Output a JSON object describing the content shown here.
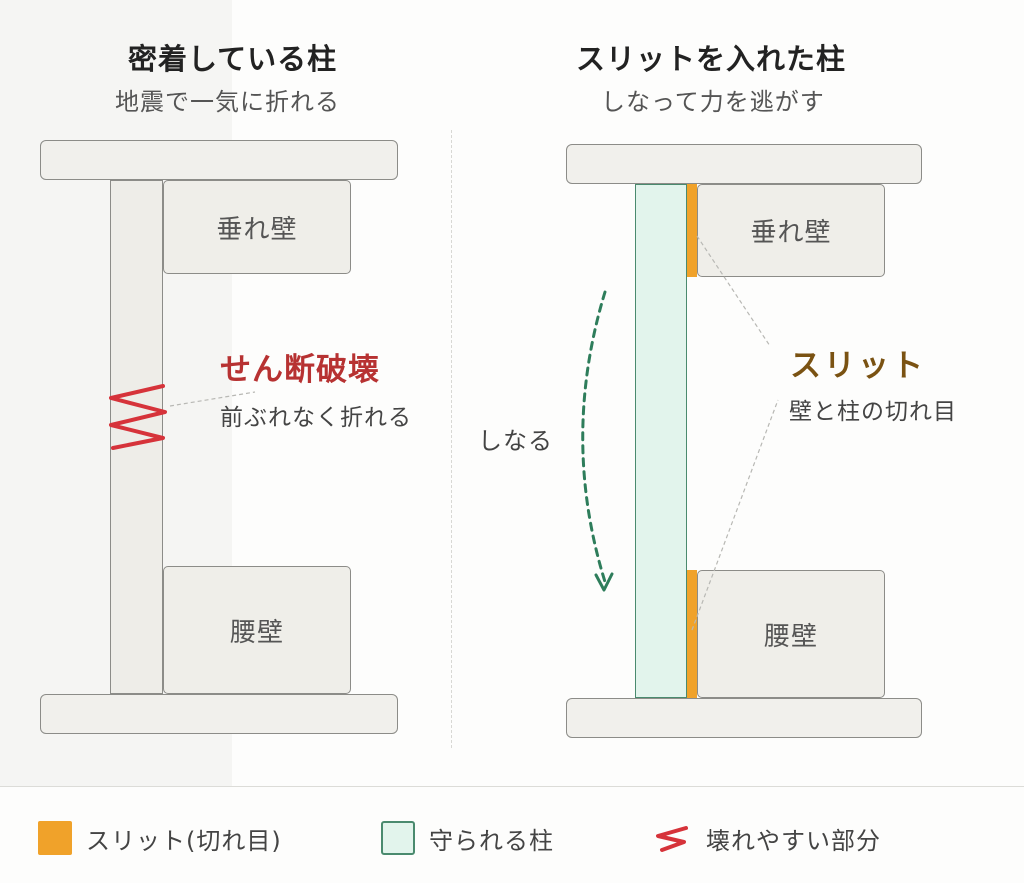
{
  "left_panel": {
    "title": "密着している柱",
    "subtitle": "地震で一気に折れる",
    "upper_wall": "垂れ壁",
    "lower_wall": "腰壁",
    "damage_label": "せん断破壊",
    "damage_note": "前ぶれなく折れる"
  },
  "right_panel": {
    "title": "スリットを入れた柱",
    "subtitle": "しなって力を逃がす",
    "upper_wall": "垂れ壁",
    "lower_wall": "腰壁",
    "bend_label": "しなる",
    "slit_label": "スリット",
    "slit_note": "壁と柱の切れ目"
  },
  "legend": [
    {
      "label": "スリット(切れ目)",
      "swatch": "orange-square"
    },
    {
      "label": "守られる柱",
      "swatch": "green-outlined-square"
    },
    {
      "label": "壊れやすい部分",
      "swatch": "red-zigzag-icon"
    }
  ],
  "colors": {
    "slit_orange": "#f0a22a",
    "protected_green_fill": "#e2f4ec",
    "protected_green_stroke": "#4a8a6e",
    "damage_red": "#d6333a",
    "label_red": "#b73232",
    "label_gold": "#7a5212",
    "bend_arrow": "#2e7d5b"
  }
}
